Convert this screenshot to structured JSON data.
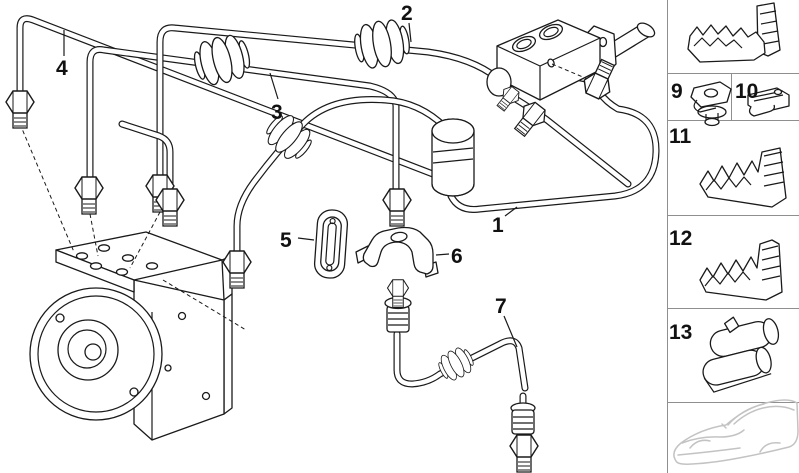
{
  "colors": {
    "ink": "#1a1a1a",
    "panel_line": "#8f8f8f",
    "vehicle_line": "#c3c3c3",
    "background": "#ffffff"
  },
  "main_diagram": {
    "callouts": [
      {
        "num": "1",
        "part": "brake-pipe-loop"
      },
      {
        "num": "2",
        "part": "brake-pipe"
      },
      {
        "num": "3",
        "part": "brake-pipe"
      },
      {
        "num": "4",
        "part": "brake-pipe"
      },
      {
        "num": "5",
        "part": "grommet"
      },
      {
        "num": "6",
        "part": "bracket"
      },
      {
        "num": "7",
        "part": "brake-hose"
      }
    ]
  },
  "sidebar": {
    "cells": [
      {
        "num": "",
        "part": "pipe-clip"
      },
      {
        "num": "9",
        "part": "pipe-clamp"
      },
      {
        "num": "10",
        "part": "pipe-clip"
      },
      {
        "num": "11",
        "part": "pipe-holder"
      },
      {
        "num": "12",
        "part": "pipe-holder"
      },
      {
        "num": "13",
        "part": "hose-holder"
      },
      {
        "num": "",
        "part": "vehicle-outline"
      }
    ]
  }
}
